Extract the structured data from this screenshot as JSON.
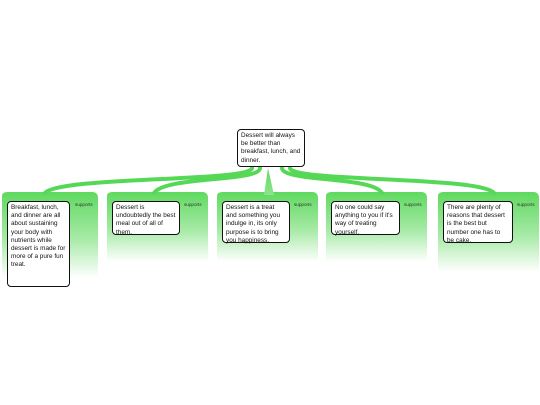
{
  "claim": {
    "text": "Dessert will always be better than breakfast, lunch, and dinner."
  },
  "reasons": [
    {
      "text": "Breakfast, lunch, and dinner are all about sustaining your body with nutrients while dessert is made for more of a pure fun treat.",
      "tag": "supports"
    },
    {
      "text": "Dessert is undoubtedly the best meal out of all of them.",
      "tag": "supports"
    },
    {
      "text": "Dessert is a treat and something you indulge in, its only purpose is to bring you happiness.",
      "tag": "supports"
    },
    {
      "text": "No one could say anything to you if it's way of treating yourself.",
      "tag": "supports"
    },
    {
      "text": "There are plenty of reasons that dessert is the best but number one has to be cake.",
      "tag": "supports"
    }
  ],
  "colors": {
    "connector": "#55d855",
    "panel_top": "#5fd95f",
    "panel_bottom": "#ffffff",
    "box_border": "#111111"
  }
}
